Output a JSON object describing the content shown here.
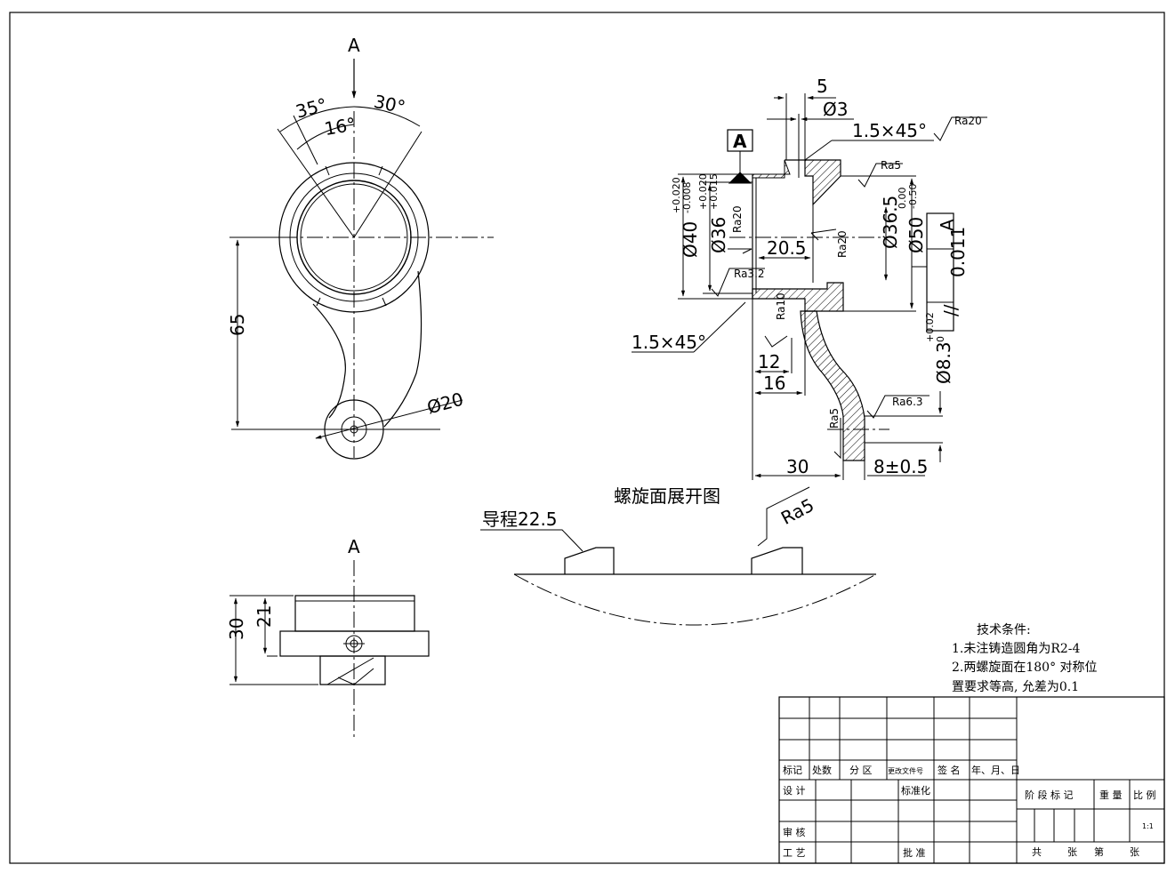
{
  "view_labels": {
    "a_top": "A",
    "a_bottom": "A",
    "a_box": "A"
  },
  "top_view": {
    "angle_35": "35°",
    "angle_30": "30°",
    "angle_16": "16°",
    "dim_65": "65",
    "dim_phi20": "Ø20"
  },
  "side_view": {
    "dim_30": "30",
    "dim_21": "21"
  },
  "section_view": {
    "dim_5": "5",
    "dim_phi3": "Ø3",
    "chamfer_top": "1.5×45°",
    "chamfer_bottom": "1.5×45°",
    "ra_top": "Ra20",
    "ra5_a": "Ra5",
    "ra20_b": "Ra20",
    "ra20_c": "Ra20",
    "ra3_2": "Ra3.2",
    "ra10": "Ra10",
    "ra6_3": "Ra6.3",
    "ra5_b": "Ra5",
    "phi40": "Ø40",
    "phi40_tol_upper": "+0.020",
    "phi40_tol_lower": "-0.008",
    "phi36": "Ø36",
    "phi36_tol_upper": "+0.020",
    "phi36_tol_lower": "+0.015",
    "dim_20_5": "20.5",
    "phi36_5": "Ø36.5",
    "phi50": "Ø50",
    "phi50_tol_upper": "0.00",
    "phi50_tol_lower": "-0.50",
    "tol_symbol": "//",
    "tol_value": "0.011",
    "tol_datum": "A",
    "phi8_3": "Ø8.3",
    "phi8_3_tol_upper": "+0.02",
    "phi8_3_tol_lower": "0",
    "dim_12": "12",
    "dim_16": "16",
    "dim_30": "30",
    "dim_8": "8±0.5"
  },
  "helix": {
    "title": "螺旋面展开图",
    "lead": "导程22.5",
    "ra5": "Ra5"
  },
  "tech_notes": {
    "title": "技术条件:",
    "line1": "1.未注铸造圆角为R2-4",
    "line2": "2.两螺旋面在180° 对称位",
    "line3": "置要求等高, 允差为0.1"
  },
  "title_block": {
    "h_mark": "标记",
    "h_count": "处数",
    "h_zone": "分 区",
    "h_docno": "更改文件号",
    "h_sign": "签 名",
    "h_date": "年、月、日",
    "design": "设 计",
    "standard": "标准化",
    "review": "审 核",
    "process": "工 艺",
    "approve": "批 准",
    "stage_mark": "阶 段 标 记",
    "weight": "重 量",
    "scale": "比 例",
    "scale_value": "1:1",
    "total": "共",
    "sheets": "张",
    "sheet_no": "第",
    "sheet": "张"
  }
}
